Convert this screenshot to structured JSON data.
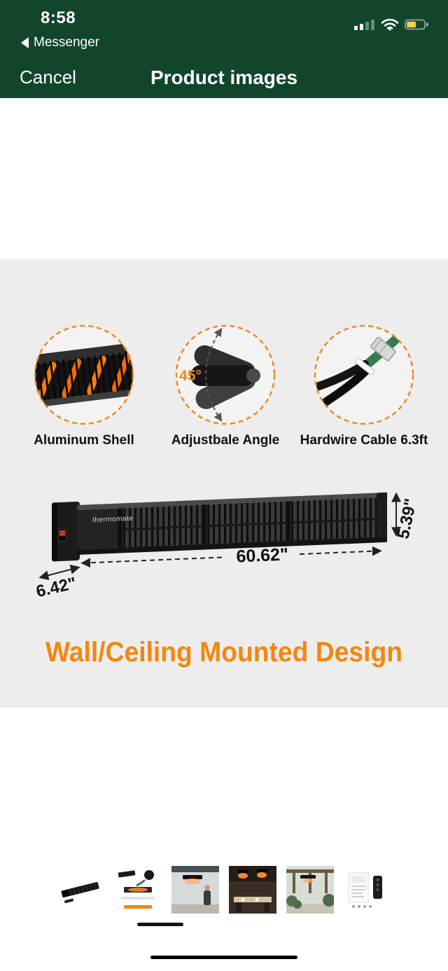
{
  "status_bar": {
    "time": "8:58",
    "back_label": "Messenger"
  },
  "nav_bar": {
    "cancel_label": "Cancel",
    "title": "Product images"
  },
  "product_image": {
    "features": [
      {
        "label": "Aluminum Shell"
      },
      {
        "label": "Adjustbale Angle",
        "angle_badge": "45°"
      },
      {
        "label": "Hardwire Cable 6.3ft"
      }
    ],
    "brand": "thermomate",
    "dimensions": {
      "length": "60.62\"",
      "height": "5.39\"",
      "depth": "6.42\""
    },
    "caption": "Wall/Ceiling Mounted Design"
  },
  "thumbnails": {
    "items": [
      {
        "name": "heater-product"
      },
      {
        "name": "features-collage"
      },
      {
        "name": "wall-mount-scene"
      },
      {
        "name": "restaurant-scene"
      },
      {
        "name": "patio-scene"
      },
      {
        "name": "package-contents"
      }
    ]
  },
  "colors": {
    "header_green": "#11462d",
    "accent_orange": "#f5860f",
    "battery_fill": "#f7ce46"
  }
}
